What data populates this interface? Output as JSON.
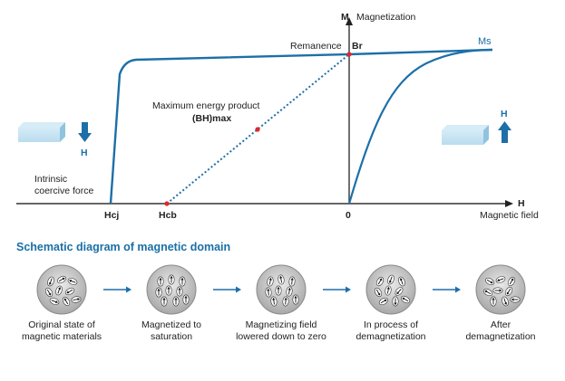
{
  "graph": {
    "m_axis_letter": "M",
    "m_axis_title": "Magnetization",
    "h_axis_letter": "H",
    "h_axis_title": "Magnetic field",
    "remanence_label": "Remanence",
    "br_label": "Br",
    "ms_label": "Ms",
    "energy_product_label": "Maximum energy product",
    "bhmax_label": "(BH)max",
    "coercive_line1": "Intrinsic",
    "coercive_line2": "coercive force",
    "hcj_label": "Hcj",
    "hcb_label": "Hcb",
    "zero_label": "0",
    "left_magnet_h_label": "H",
    "right_magnet_h_label": "H"
  },
  "domains": {
    "title": "Schematic diagram of magnetic domain",
    "steps": [
      {
        "line1": "Original state of",
        "line2": "magnetic materials"
      },
      {
        "line1": "Magnetized to",
        "line2": "saturation"
      },
      {
        "line1": "Magnetizing field",
        "line2": "lowered down to zero"
      },
      {
        "line1": "In process of",
        "line2": "demagnetization"
      },
      {
        "line1": "After",
        "line2": "demagnetization"
      }
    ]
  },
  "colors": {
    "curve": "#1d6fa8",
    "axis": "#333333",
    "point": "#e0282f",
    "magnet": "#a9d3ea",
    "arrow": "#1d6fa8"
  }
}
